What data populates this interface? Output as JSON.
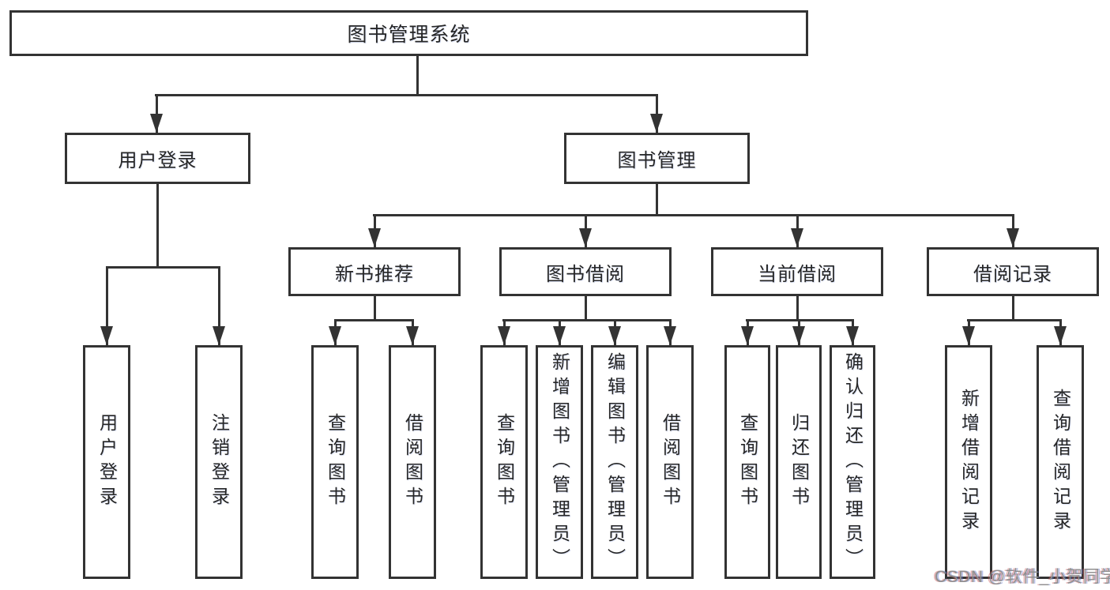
{
  "diagram": {
    "root": {
      "label": "图书管理系统"
    },
    "level2": [
      {
        "label": "用户登录"
      },
      {
        "label": "图书管理"
      }
    ],
    "level3": [
      {
        "label": "新书推荐"
      },
      {
        "label": "图书借阅"
      },
      {
        "label": "当前借阅"
      },
      {
        "label": "借阅记录"
      }
    ],
    "leaves": [
      {
        "label": "用户登录"
      },
      {
        "label": "注销登录"
      },
      {
        "label": "查询图书"
      },
      {
        "label": "借阅图书"
      },
      {
        "label": "查询图书"
      },
      {
        "label": "新增图书（管理员）"
      },
      {
        "label": "编辑图书（管理员）"
      },
      {
        "label": "借阅图书"
      },
      {
        "label": "查询图书"
      },
      {
        "label": "归还图书"
      },
      {
        "label": "确认归还（管理员）"
      },
      {
        "label": "新增借阅记录"
      },
      {
        "label": "查询借阅记录"
      }
    ]
  },
  "watermark": {
    "text": "CSDN @软件_小贺同学"
  },
  "colors": {
    "line": "#333333",
    "text": "#262626",
    "watermark": "#8f8f8f",
    "background": "#ffffff"
  }
}
